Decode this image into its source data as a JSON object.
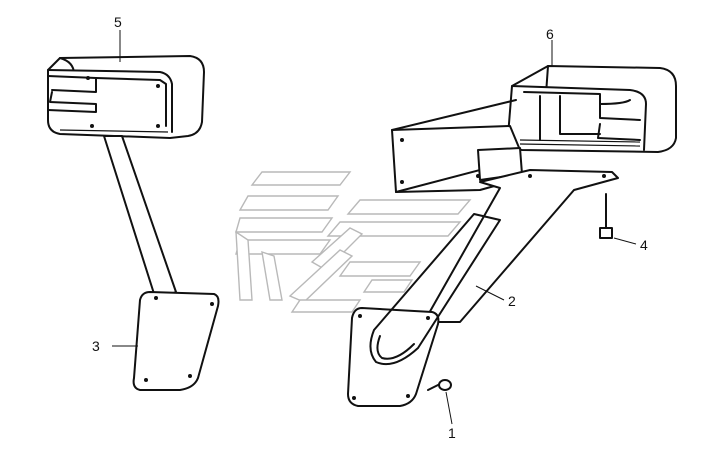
{
  "callouts": [
    {
      "id": "1",
      "label": "1"
    },
    {
      "id": "2",
      "label": "2"
    },
    {
      "id": "3",
      "label": "3"
    },
    {
      "id": "4",
      "label": "4"
    },
    {
      "id": "5",
      "label": "5"
    },
    {
      "id": "6",
      "label": "6"
    }
  ],
  "colors": {
    "line": "#111111",
    "watermark": "#b9b9b9",
    "background": "#ffffff"
  },
  "icons": {
    "watermark": "stylized-logo-watermark"
  }
}
